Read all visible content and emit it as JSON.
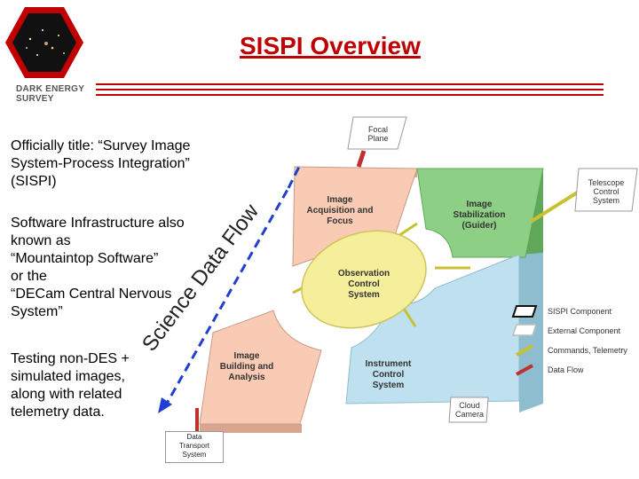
{
  "header": {
    "title": "SISPI Overview",
    "logo_line1": "DARK ENERGY",
    "logo_line2": "SURVEY"
  },
  "bullets": [
    [
      "Officially title: “Survey Image",
      "System-Process Integration”",
      "(SISPI)"
    ],
    [
      "Software Infrastructure also",
      "known as",
      "“Mountaintop Software”",
      "or the",
      "“DECam Central Nervous",
      "System”"
    ],
    [
      "Testing non-DES +",
      "simulated images,",
      "along with related",
      "telemetry data."
    ]
  ],
  "flow_label": "Science Data Flow",
  "components": {
    "focal_plane": [
      "Focal",
      "Plane"
    ],
    "image_acquisition": [
      "Image",
      "Acquisition and",
      "Focus"
    ],
    "image_stabilization": [
      "Image",
      "Stabilization",
      "(Guider)"
    ],
    "telescope_control": [
      "Telescope",
      "Control",
      "System"
    ],
    "observation_control": [
      "Observation",
      "Control",
      "System"
    ],
    "image_building": [
      "Image",
      "Building and",
      "Analysis"
    ],
    "instrument_control": [
      "Instrument",
      "Control",
      "System"
    ],
    "cloud_camera": [
      "Cloud",
      "Camera"
    ],
    "data_transport": [
      "Data",
      "Transport",
      "System"
    ]
  },
  "legend": {
    "sispi_component": "SISPI Component",
    "external_component": "External Component",
    "commands_telemetry": "Commands, Telemetry",
    "data_flow": "Data Flow"
  },
  "colors": {
    "title_red": "#c00000",
    "salmon": "#f9cbb4",
    "green": "#8dcf84",
    "blue": "#bfe0ee",
    "yellow": "#f5ee9a",
    "flow_blue": "#1f3fd0",
    "cable_yellow": "#c8c030",
    "cable_red": "#c03030"
  }
}
